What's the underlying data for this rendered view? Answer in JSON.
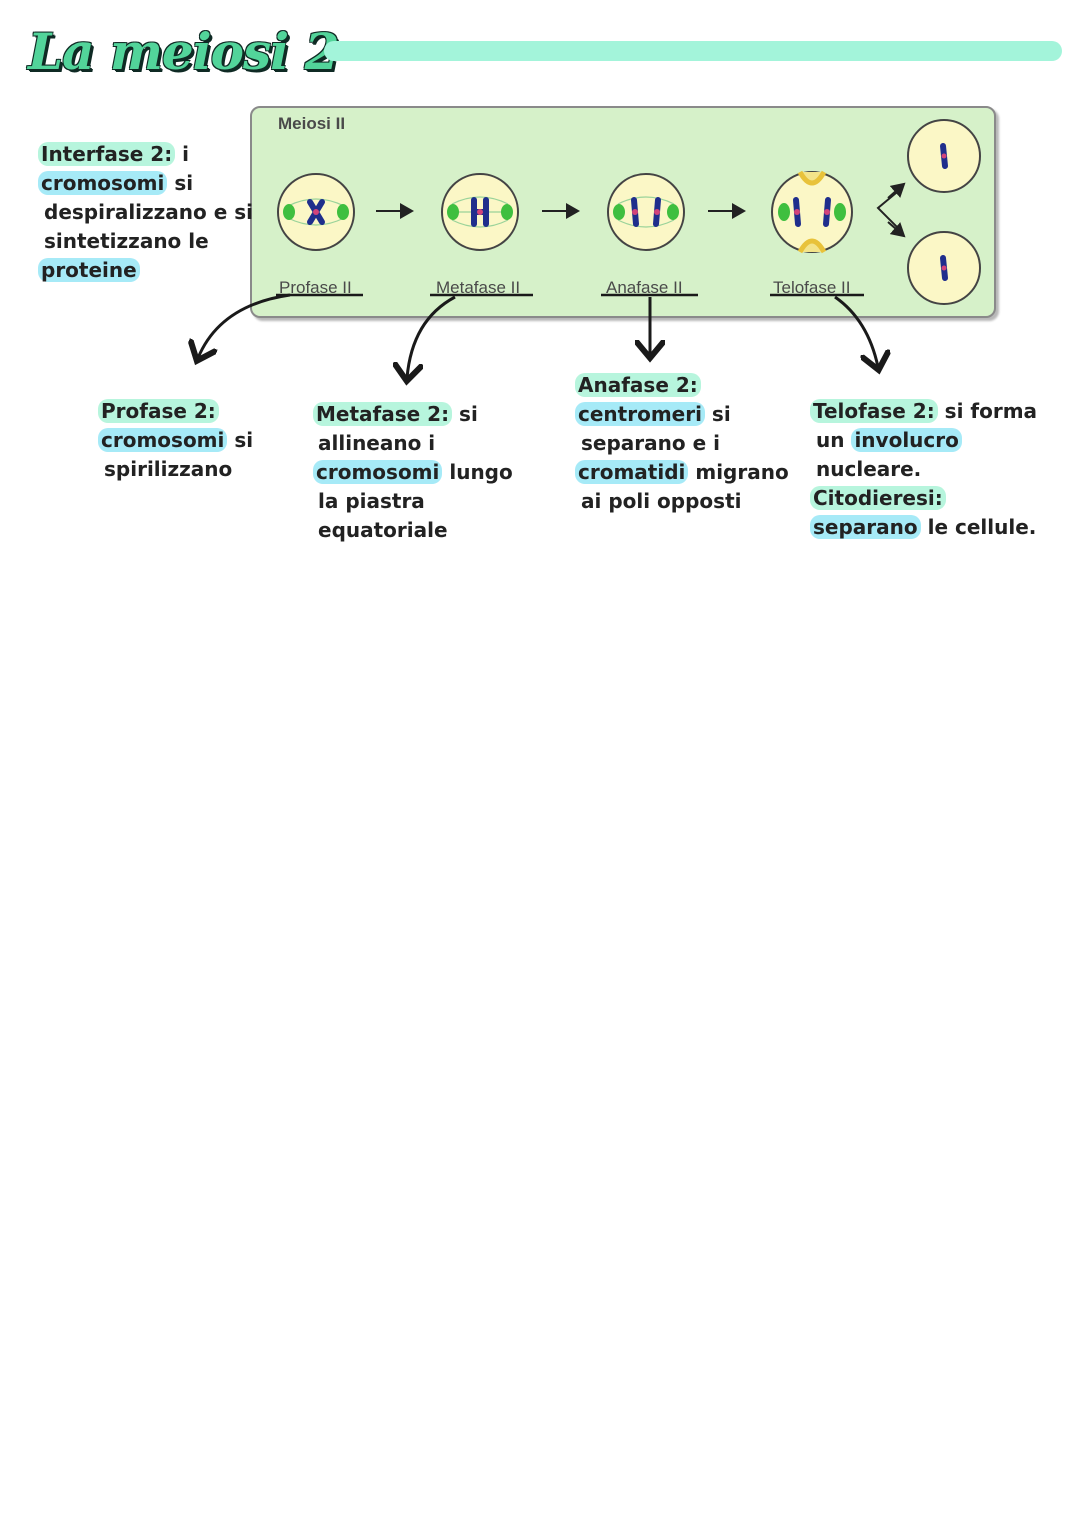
{
  "title": "La meiosi 2",
  "diagram": {
    "title": "Meiosi II",
    "phases": [
      "Profase II",
      "Metafase II",
      "Anafase II",
      "Telofase II"
    ]
  },
  "interfase": {
    "term": "Interfase 2:",
    "t1": " i",
    "hl1": "cromosomi",
    "t2": " si",
    "t3": "despiralizzano e si",
    "t4": "sintetizzano le",
    "hl2": "proteine"
  },
  "profase": {
    "term": "Profase 2:",
    "hl1": "cromosomi",
    "t1": " si",
    "t2": "spirilizzano"
  },
  "metafase": {
    "term": "Metafase 2:",
    "t1": " si",
    "t2": "allineano i",
    "hl1": "cromosomi",
    "t3": " lungo",
    "t4": "la piastra",
    "t5": "equatoriale"
  },
  "anafase": {
    "term": "Anafase 2:",
    "hl1": "centromeri",
    "t1": " si",
    "t2": "separano e i",
    "hl2": "cromatidi",
    "t3": " migrano",
    "t4": "ai poli opposti"
  },
  "telofase": {
    "term": "Telofase 2:",
    "t1": " si forma",
    "t2": "un ",
    "hl1": "involucro",
    "t3": "nucleare.",
    "term2": "Citodieresi:",
    "hl2": "separano",
    "t4": " le cellule."
  },
  "colors": {
    "title": "#52d49a",
    "title_bar": "#a3f4da",
    "highlight_cyan": "#a6eaf7",
    "highlight_mint": "#b7f5dd",
    "diagram_bg": "#d6f1c9",
    "cell_fill": "#fbf7c6",
    "chromosome": "#1f2e8c",
    "spindle": "#3fbf3f"
  }
}
